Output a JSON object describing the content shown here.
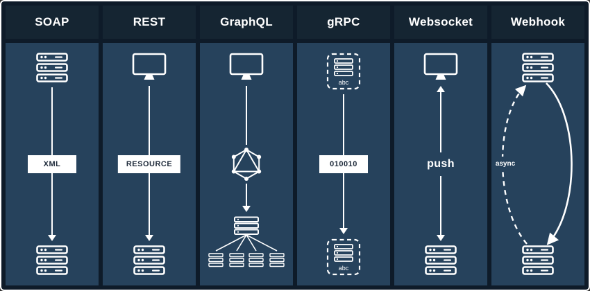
{
  "colors": {
    "background": "#0e1b29",
    "header": "#152532",
    "body": "#26425c",
    "icon": "#ffffff",
    "label_box_bg": "#ffffff",
    "label_box_text": "#1e2a3a"
  },
  "columns": [
    {
      "title": "SOAP",
      "label": "XML",
      "top_icon": "server-stack-icon",
      "bottom_icon": "server-stack-icon"
    },
    {
      "title": "REST",
      "label": "RESOURCE",
      "top_icon": "monitor-icon",
      "bottom_icon": "server-stack-icon"
    },
    {
      "title": "GraphQL",
      "mid_icon": "graphql-logo-icon",
      "top_icon": "monitor-icon",
      "bottom_icon": "server-fanout-icon"
    },
    {
      "title": "gRPC",
      "label": "010010",
      "icon_text": "abc",
      "top_icon": "dashed-server-icon",
      "bottom_icon": "dashed-server-icon"
    },
    {
      "title": "Websocket",
      "label": "push",
      "top_icon": "monitor-icon",
      "bottom_icon": "server-stack-icon"
    },
    {
      "title": "Webhook",
      "label": "async",
      "top_icon": "server-stack-icon",
      "bottom_icon": "server-stack-icon"
    }
  ]
}
